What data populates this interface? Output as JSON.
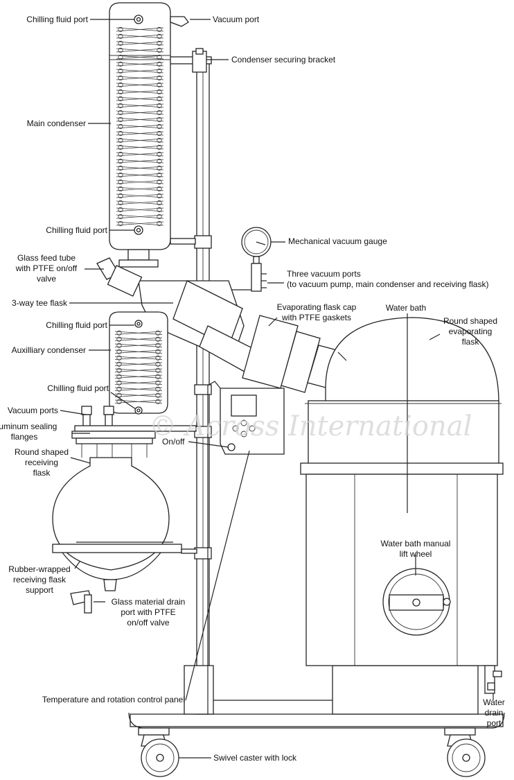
{
  "labels": {
    "chilling_fluid_port_top": "Chilling fluid port",
    "vacuum_port": "Vacuum port",
    "condenser_securing_bracket": "Condenser securing bracket",
    "main_condenser": "Main condenser",
    "chilling_fluid_port_mid": "Chilling fluid port",
    "mechanical_vacuum_gauge": "Mechanical vacuum gauge",
    "glass_feed_tube": [
      "Glass feed tube",
      "with PTFE on/off",
      "valve"
    ],
    "three_vacuum_ports": [
      "Three vacuum ports",
      "(to vacuum pump, main condenser and receiving flask)"
    ],
    "three_way_tee_flask": "3-way tee flask",
    "evaporating_flask_cap": [
      "Evaporating flask cap",
      "with PTFE gaskets"
    ],
    "water_bath": "Water bath",
    "chilling_fluid_port_aux": "Chilling fluid port",
    "round_shaped_evaporating_flask": [
      "Round shaped",
      "evaporating",
      "flask"
    ],
    "auxilliary_condenser": "Auxilliary condenser",
    "chilling_fluid_port_low": "Chilling fluid port",
    "vacuum_ports": "Vacuum ports",
    "aluminum_sealing_flanges": [
      "Aluminum sealing",
      "flanges"
    ],
    "on_off": "On/off",
    "round_shaped_receiving_flask": [
      "Round shaped",
      "receiving",
      "flask"
    ],
    "water_bath_manual_lift_wheel": [
      "Water bath manual",
      "lift wheel"
    ],
    "rubber_wrapped_support": [
      "Rubber-wrapped",
      "receiving flask",
      "support"
    ],
    "glass_material_drain_port": [
      "Glass material drain",
      "port with PTFE",
      "on/off valve"
    ],
    "temperature_rotation_control_panel": "Temperature and rotation control panel",
    "water_drain_port": [
      "Water",
      "drain",
      "port"
    ],
    "swivel_caster": "Swivel caster with lock"
  },
  "watermark": "© Across International"
}
